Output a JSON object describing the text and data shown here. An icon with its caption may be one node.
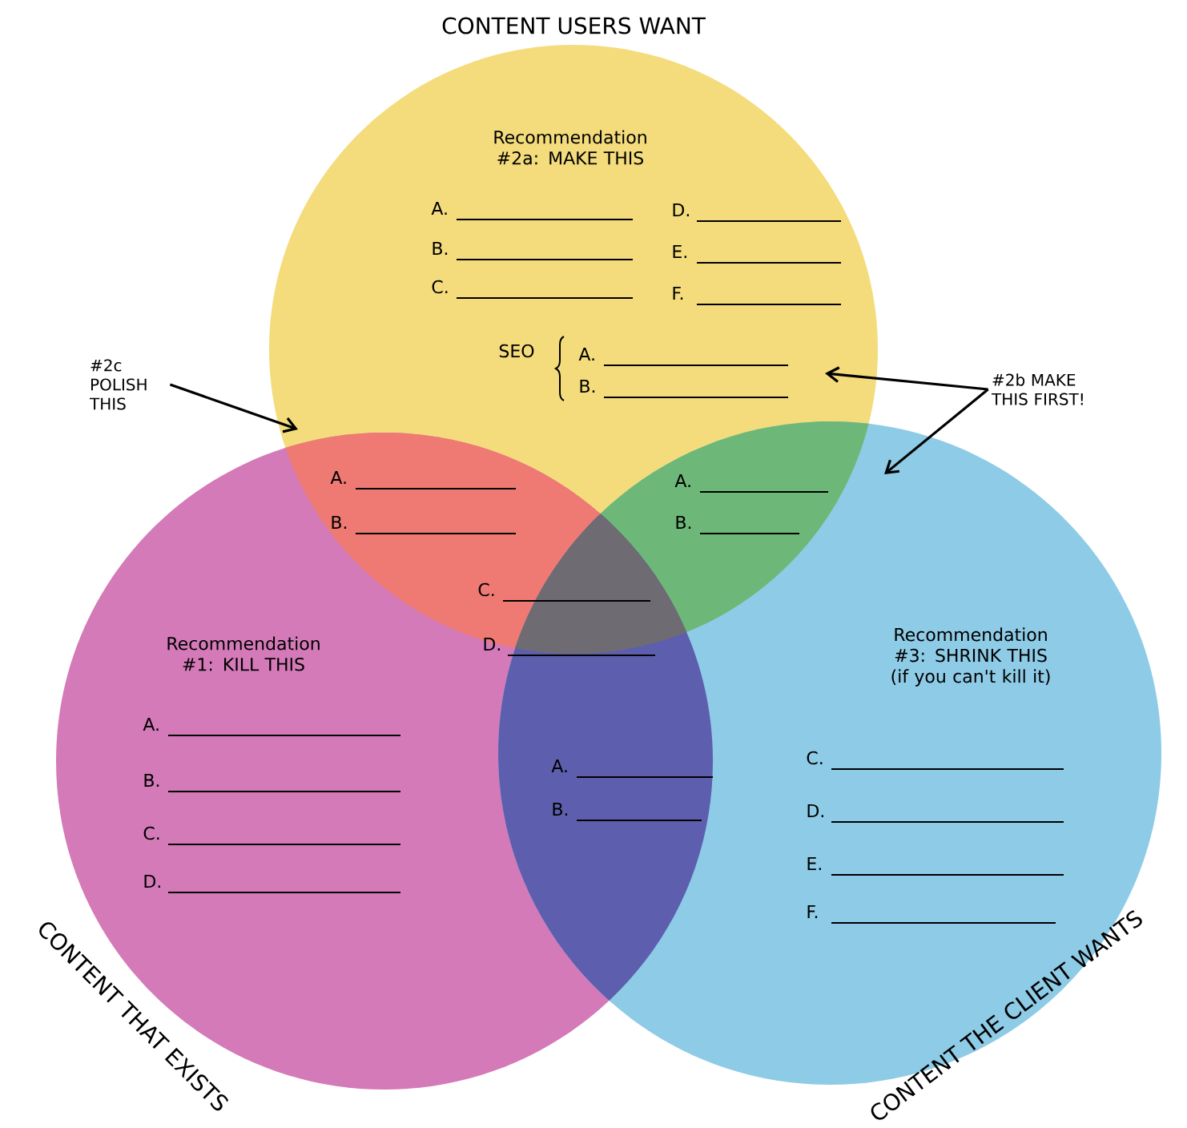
{
  "diagram": {
    "nodes": [
      {
        "text": [
          "CONTENT USERS WANT",
          "Recommendation #2a: MAKE THIS"
        ]
      },
      {
        "text": [
          "CONTENT THAT EXISTS",
          "Recommendation #1: KILL THIS"
        ]
      },
      {
        "text": [
          "CONTENT THE CLIENT WANTS",
          "Recommendation #3: SHRINK THIS (if you can't kill it)"
        ]
      },
      {
        "text": [
          "#2c POLISH THIS"
        ]
      },
      {
        "text": [
          "#2b MAKE THIS FIRST!"
        ]
      }
    ],
    "edges": [
      {
        "from": 3,
        "to": 0,
        "arrow": "to"
      },
      {
        "from": 4,
        "to": 0,
        "arrow": "to"
      },
      {
        "from": 4,
        "to": 2,
        "arrow": "to"
      }
    ],
    "labels": [
      "A.",
      "D.",
      "B.",
      "E.",
      "C.",
      "F.",
      "SEO",
      "A.",
      "B.",
      "A.",
      "B.",
      "C.",
      "D.",
      "A.",
      "B.",
      "A.",
      "B.",
      "C.",
      "D.",
      "A.",
      "B.",
      "C.",
      "D.",
      "E.",
      "F."
    ]
  }
}
